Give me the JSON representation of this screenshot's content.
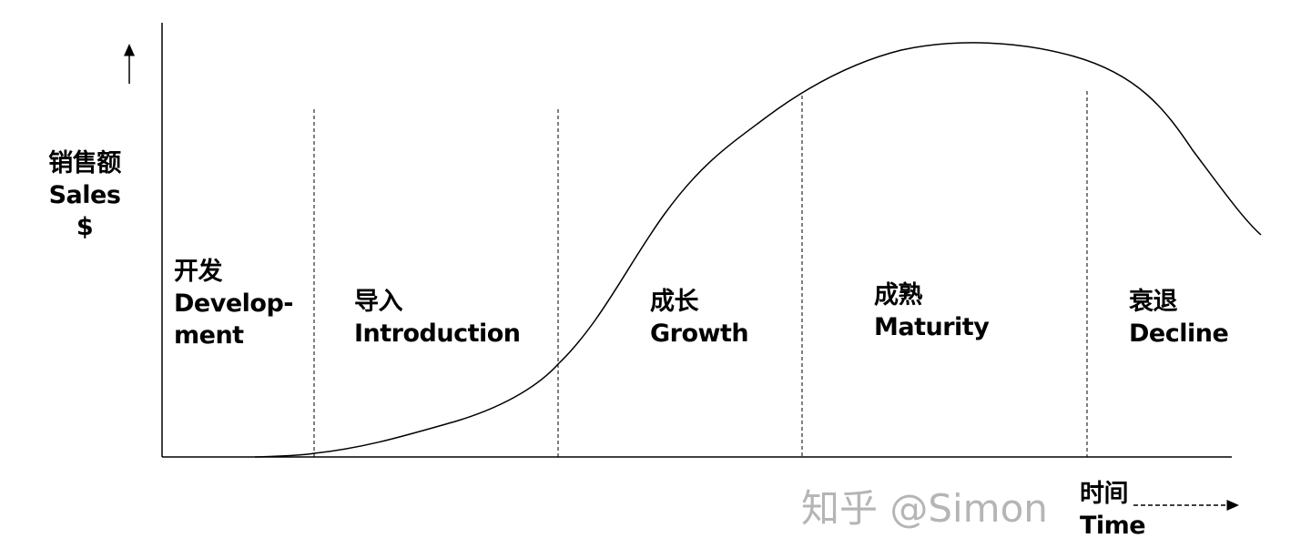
{
  "y_axis": {
    "label_cn": "销售额",
    "label_en": "Sales",
    "unit": "$"
  },
  "x_axis": {
    "label_cn": "时间",
    "label_en": "Time"
  },
  "stages": [
    {
      "cn": "开发",
      "en_line1": "Develop-",
      "en_line2": "ment"
    },
    {
      "cn": "导入",
      "en": "Introduction"
    },
    {
      "cn": "成长",
      "en": "Growth"
    },
    {
      "cn": "成熟",
      "en": "Maturity"
    },
    {
      "cn": "衰退",
      "en": "Decline"
    }
  ],
  "watermark": "知乎 @Simon"
}
